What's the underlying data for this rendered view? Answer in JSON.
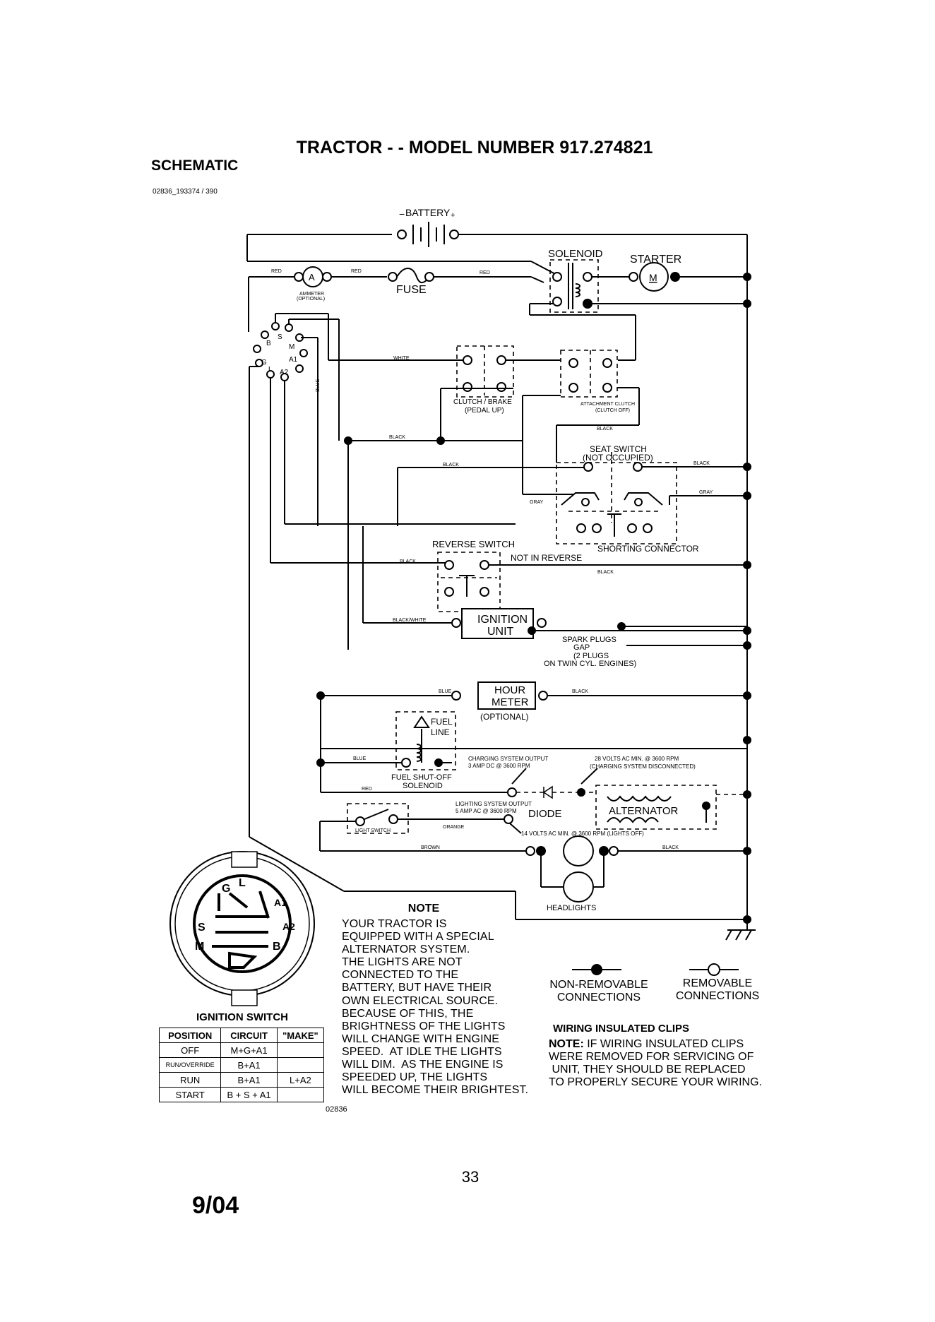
{
  "header": {
    "title": "TRACTOR - - MODEL NUMBER 917.274821",
    "section": "SCHEMATIC",
    "ref_code": "02836_193374 / 390"
  },
  "components": {
    "battery": "BATTERY",
    "battery_neg": "−",
    "battery_pos": "+",
    "solenoid": "SOLENOID",
    "starter": "STARTER",
    "starter_symbol": "M",
    "ammeter_symbol": "A",
    "ammeter": "AMMETER",
    "ammeter_optional": "(OPTIONAL)",
    "fuse": "FUSE",
    "clutch_brake": "CLUTCH / BRAKE",
    "clutch_brake_state": "(PEDAL UP)",
    "attachment_clutch": "ATTACHMENT CLUTCH",
    "attachment_clutch_state": "(CLUTCH OFF)",
    "seat_switch": "SEAT SWITCH",
    "seat_switch_state": "(NOT OCCUPIED)",
    "shorting_connector": "SHORTING CONNECTOR",
    "reverse_switch": "REVERSE SWITCH",
    "reverse_state": "NOT IN REVERSE",
    "ignition_unit_1": "IGNITION",
    "ignition_unit_2": "UNIT",
    "spark_plugs": "SPARK PLUGS",
    "spark_gap": "GAP",
    "spark_count": "(2 PLUGS",
    "spark_twin": "ON TWIN CYL. ENGINES)",
    "hour_meter_1": "HOUR",
    "hour_meter_2": "METER",
    "hour_meter_optional": "(OPTIONAL)",
    "fuel_line_1": "FUEL",
    "fuel_line_2": "LINE",
    "fuel_solenoid_1": "FUEL SHUT-OFF",
    "fuel_solenoid_2": "SOLENOID",
    "charging_1": "CHARGING SYSTEM OUTPUT",
    "charging_2": "3 AMP DC @ 3600 RPM",
    "volts28_1": "28 VOLTS AC MIN. @ 3600 RPM",
    "volts28_2": "(CHARGING SYSTEM DISCONNECTED)",
    "lighting_1": "LIGHTING SYSTEM OUTPUT",
    "lighting_2": "5 AMP AC @ 3600 RPM",
    "diode": "DIODE",
    "alternator": "ALTERNATOR",
    "light_switch": "LIGHT SWITCH",
    "volts14": "14 VOLTS AC MIN. @ 3600 RPM (LIGHTS OFF)",
    "headlights": "HEADLIGHTS",
    "switch_terminals": [
      "B",
      "S",
      "M",
      "A1",
      "G",
      "L",
      "A2"
    ]
  },
  "wires": {
    "red": "RED",
    "white": "WHITE",
    "blue": "BLUE",
    "black": "BLACK",
    "gray": "GRAY",
    "black_white": "BLACK/WHITE",
    "orange": "ORANGE",
    "brown": "BROWN"
  },
  "ignition_switch": {
    "title": "IGNITION SWITCH",
    "face_labels": [
      "G",
      "L",
      "A1",
      "S",
      "A2",
      "M",
      "B"
    ],
    "columns": [
      "POSITION",
      "CIRCUIT",
      "\"MAKE\""
    ],
    "rows": [
      {
        "position": "OFF",
        "circuit": "M+G+A1",
        "make": ""
      },
      {
        "position": "RUN/OVERRIDE",
        "circuit": "B+A1",
        "make": ""
      },
      {
        "position": "RUN",
        "circuit": "B+A1",
        "make": "L+A2"
      },
      {
        "position": "START",
        "circuit": "B + S + A1",
        "make": ""
      }
    ],
    "code": "02836"
  },
  "note": {
    "title": "NOTE",
    "body": "YOUR TRACTOR IS\nEQUIPPED WITH A SPECIAL\nALTERNATOR SYSTEM.\nTHE LIGHTS ARE NOT\nCONNECTED TO THE\nBATTERY, BUT HAVE THEIR\nOWN ELECTRICAL SOURCE.\nBECAUSE OF THIS, THE\nBRIGHTNESS OF THE LIGHTS\nWILL CHANGE WITH ENGINE\nSPEED.  AT IDLE THE LIGHTS\nWILL DIM.  AS THE ENGINE IS\nSPEEDED UP, THE LIGHTS\nWILL BECOME THEIR BRIGHTEST."
  },
  "legend": {
    "non_removable_1": "NON-REMOVABLE",
    "non_removable_2": "CONNECTIONS",
    "removable_1": "REMOVABLE",
    "removable_2": "CONNECTIONS"
  },
  "clips": {
    "title": "WIRING INSULATED CLIPS",
    "note_label": "NOTE:",
    "body_first": " IF WIRING INSULATED CLIPS",
    "body_rest": "WERE REMOVED FOR SERVICING OF\n UNIT, THEY SHOULD BE REPLACED\nTO PROPERLY SECURE YOUR WIRING."
  },
  "footer": {
    "page_number": "33",
    "date": "9/04"
  }
}
